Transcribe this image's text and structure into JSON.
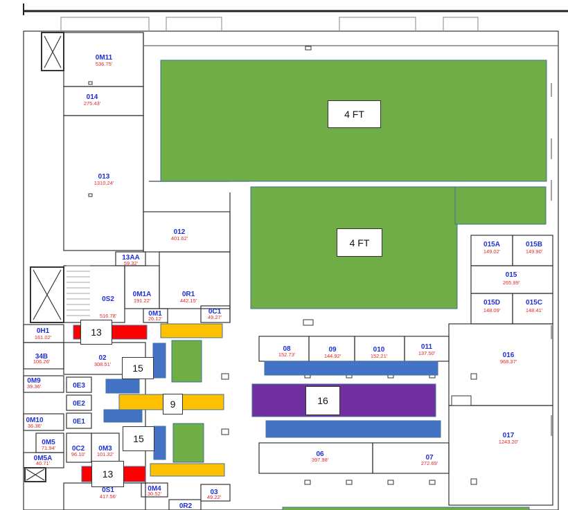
{
  "colors": {
    "green": "#70ad47",
    "yellow": "#ffc000",
    "blue": "#4472c4",
    "red": "#ff0000",
    "purple": "#7030a0",
    "walls": "#333333"
  },
  "rooms": [
    {
      "label": "0M11",
      "area": "536.75'"
    },
    {
      "label": "014",
      "area": "275.43'"
    },
    {
      "label": "013",
      "area": "1310.24'"
    },
    {
      "label": "012",
      "area": "401.62'"
    },
    {
      "label": "13AA",
      "area": "59.32'"
    },
    {
      "label": "0M1A",
      "area": "191.22'"
    },
    {
      "label": "0R1",
      "area": "442.15'"
    },
    {
      "label": "0S2",
      "area": "516.78'"
    },
    {
      "label": "0M1",
      "area": "26.12'"
    },
    {
      "label": "0C1",
      "area": "49.27'"
    },
    {
      "label": "0H1",
      "area": "161.02'"
    },
    {
      "label": "34B",
      "area": "106.26'"
    },
    {
      "label": "02",
      "area": "308.51'"
    },
    {
      "label": "0M9",
      "area": "39.36'"
    },
    {
      "label": "0E3",
      "area": ""
    },
    {
      "label": "0E2",
      "area": ""
    },
    {
      "label": "0E1",
      "area": ""
    },
    {
      "label": "0M10",
      "area": "36.36'"
    },
    {
      "label": "0M5",
      "area": "71.94'"
    },
    {
      "label": "0C2",
      "area": "96.10'"
    },
    {
      "label": "0M3",
      "area": "101.32'"
    },
    {
      "label": "0M5A",
      "area": "40.71'"
    },
    {
      "label": "0S1",
      "area": "417.56'"
    },
    {
      "label": "0M4",
      "area": "30.52'"
    },
    {
      "label": "03",
      "area": "49.22'"
    },
    {
      "label": "0R2",
      "area": ""
    },
    {
      "label": "08",
      "area": "152.73'"
    },
    {
      "label": "09",
      "area": "144.92'"
    },
    {
      "label": "010",
      "area": "152.21'"
    },
    {
      "label": "011",
      "area": "137.50'"
    },
    {
      "label": "015A",
      "area": "149.02'"
    },
    {
      "label": "015B",
      "area": "149.90'"
    },
    {
      "label": "015",
      "area": "265.99'"
    },
    {
      "label": "015D",
      "area": "148.09'"
    },
    {
      "label": "015C",
      "area": "148.41'"
    },
    {
      "label": "016",
      "area": "968.37'"
    },
    {
      "label": "017",
      "area": "1243.20'"
    },
    {
      "label": "06",
      "area": "397.98'"
    },
    {
      "label": "07",
      "area": "272.69'"
    }
  ],
  "tags": [
    {
      "text": "4 FT"
    },
    {
      "text": "4 FT"
    },
    {
      "text": "13"
    },
    {
      "text": "15"
    },
    {
      "text": "9"
    },
    {
      "text": "16"
    },
    {
      "text": "15"
    },
    {
      "text": "13"
    }
  ]
}
